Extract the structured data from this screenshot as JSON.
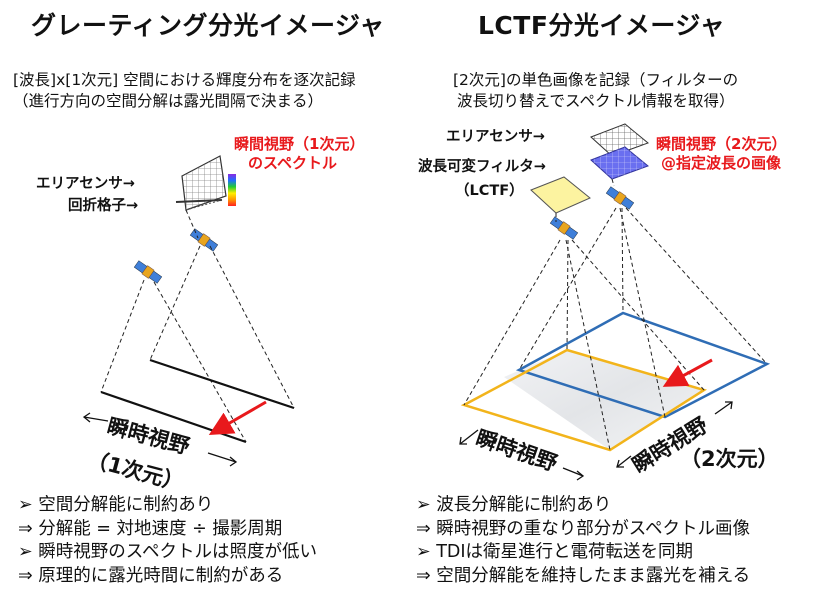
{
  "left": {
    "title": "グレーティング分光イメージャ",
    "desc_line1": "[波長]x[1次元] 空間における輝度分布を逐次記録",
    "desc_line2": "（進行方向の空間分解は露光間隔で決まる）",
    "label_sensor": "エリアセンサ→",
    "label_grating": "回折格子→",
    "red_line1": "瞬間視野（1次元）",
    "red_line2": "のスペクトル",
    "fov_label": "瞬時視野",
    "fov_dim": "（1次元）",
    "bullets": [
      "➢ 空間分解能に制約あり",
      "⇒ 分解能 = 対地速度 ÷ 撮影周期",
      "➢ 瞬時視野のスペクトルは照度が低い",
      "⇒ 原理的に露光時間に制約がある"
    ]
  },
  "right": {
    "title": "LCTF分光イメージャ",
    "desc_line1": "[2次元]の単色画像を記録（フィルターの",
    "desc_line2": "波長切り替えでスペクトル情報を取得）",
    "label_sensor": "エリアセンサ→",
    "label_filter": "波長可変フィルタ→",
    "label_lctf": "（LCTF）",
    "red_line1": "瞬間視野（2次元）",
    "red_line2": "@指定波長の画像",
    "fov_label_a": "瞬時視野",
    "fov_label_b": "瞬時視野",
    "fov_dim": "（2次元）",
    "bullets": [
      "➢ 波長分解能に制約あり",
      "⇒ 瞬時視野の重なり部分がスペクトル画像",
      "➢ TDIは衛星進行と電荷転送を同期",
      "⇒ 空間分解能を維持したまま露光を補える"
    ]
  },
  "colors": {
    "accent_red": "#e8191c",
    "footprint_blue": "#2f6db5",
    "footprint_yellow": "#f2b41b",
    "filter_yellow": "#fcf3a0",
    "sensor_blue": "#6a6ff0"
  }
}
